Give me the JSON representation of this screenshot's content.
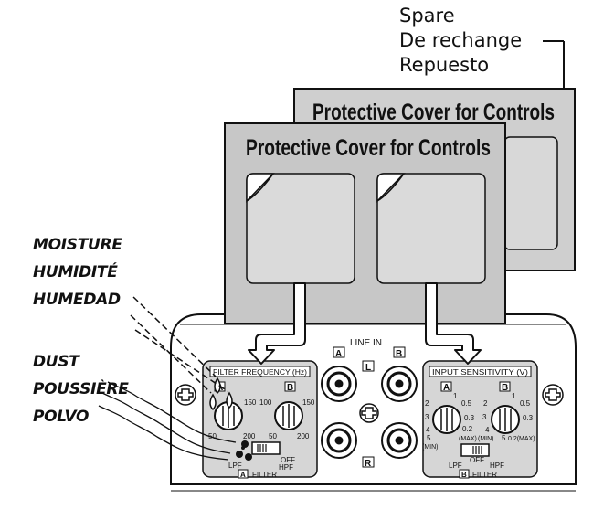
{
  "spare_label": [
    "Spare",
    "De rechange",
    "Repuesto"
  ],
  "moisture_label": [
    "MOISTURE",
    "HUMIDITÉ",
    "HUMEDAD"
  ],
  "dust_label": [
    "DUST",
    "POUSSIÈRE",
    "POLVO"
  ],
  "cover_title": "Protective Cover for Controls",
  "amp": {
    "line_in": "LINE IN",
    "channel_a": "A",
    "channel_b": "B",
    "left": "L",
    "right": "R",
    "filter_frequency": "FILTER FREQUENCY (Hz)",
    "input_sensitivity": "INPUT SENSITIVITY (V)",
    "filter_scale_a": [
      "150",
      "50",
      "200"
    ],
    "filter_scale_b": [
      "100",
      "150",
      "50",
      "200"
    ],
    "sens_scale": [
      "2",
      "1",
      "0.5",
      "3",
      "0.3",
      "4",
      "0.2",
      "5",
      "(MIN)",
      "(MAX)"
    ],
    "sens_scale_b": [
      "2",
      "1",
      "0.5",
      "3",
      "0.3",
      "4",
      "(MIN)",
      "5",
      "0.2(MAX)"
    ],
    "lpf": "LPF",
    "off": "OFF",
    "hpf": "HPF",
    "filter": "FILTER"
  }
}
